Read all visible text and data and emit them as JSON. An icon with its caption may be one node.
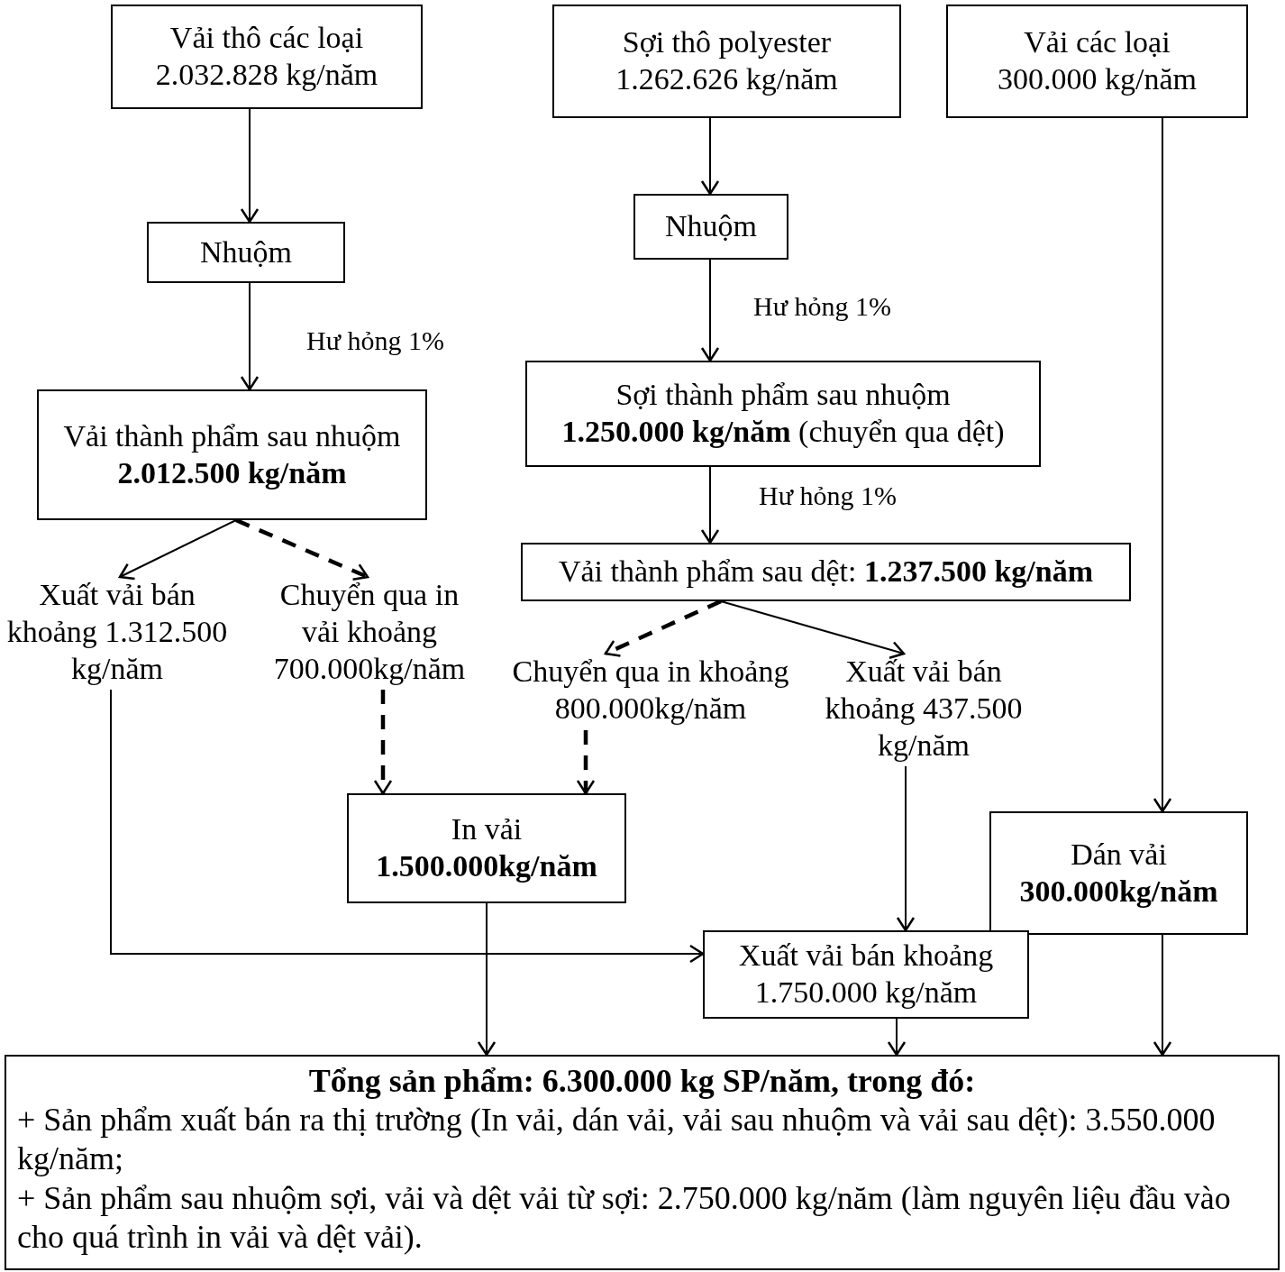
{
  "diagram": {
    "nodes": [
      {
        "text": [
          "Vải thô các loại 2.032.828 kg/năm"
        ]
      },
      {
        "text": [
          "Nhuộm"
        ]
      },
      {
        "text": [
          "Vải thành phẩm sau nhuộm **2.012.500 kg/năm**"
        ]
      },
      {
        "text": [
          "Xuất vải bán khoảng 1.312.500 kg/năm"
        ]
      },
      {
        "text": [
          "Chuyển qua in vải khoảng 700.000kg/năm"
        ]
      },
      {
        "text": [
          "Sợi thô polyester 1.262.626 kg/năm"
        ]
      },
      {
        "text": [
          "Nhuộm"
        ]
      },
      {
        "text": [
          "Sợi thành phẩm sau nhuộm **1.250.000 kg/năm** (chuyển qua dệt)"
        ]
      },
      {
        "text": [
          "Vải thành phẩm sau dệt: **1.237.500 kg/năm**"
        ]
      },
      {
        "text": [
          "Chuyển qua in khoảng 800.000kg/năm"
        ]
      },
      {
        "text": [
          "Xuất vải bán khoảng 437.500 kg/năm"
        ]
      },
      {
        "text": [
          "Vải các loại 300.000 kg/năm"
        ]
      },
      {
        "text": [
          "In vải **1.500.000kg/năm**"
        ]
      },
      {
        "text": [
          "Dán vải **300.000kg/năm**"
        ]
      },
      {
        "text": [
          "Xuất vải bán khoảng 1.750.000 kg/năm"
        ]
      },
      {
        "text": [
          "Tổng sản phẩm: 6.300.000 kg SP/năm, trong đó:",
          "+ Sản phẩm xuất bán ra thị trường (In vải, dán vải, vải sau nhuộm và vải sau dệt): 3.550.000 kg/năm;",
          "+ Sản phẩm sau nhuộm sợi, vải và dệt vải từ sợi: 2.750.000 kg/năm (làm nguyên liệu đầu vào cho quá trình in vải và dệt vải)."
        ]
      }
    ],
    "edges": [
      {
        "from": 0,
        "to": 1,
        "arrow": "to"
      },
      {
        "from": 1,
        "to": 2,
        "arrow": "to",
        "label": "Hư hỏng 1%"
      },
      {
        "from": 2,
        "to": 3,
        "arrow": "to"
      },
      {
        "from": 2,
        "to": 4,
        "arrow": "to",
        "style": "dashed"
      },
      {
        "from": 5,
        "to": 6,
        "arrow": "to"
      },
      {
        "from": 6,
        "to": 7,
        "arrow": "to",
        "label": "Hư hỏng 1%"
      },
      {
        "from": 7,
        "to": 8,
        "arrow": "to",
        "label": "Hư hỏng 1%"
      },
      {
        "from": 8,
        "to": 9,
        "arrow": "to",
        "style": "dashed"
      },
      {
        "from": 8,
        "to": 10,
        "arrow": "to"
      },
      {
        "from": 11,
        "to": 13,
        "arrow": "to"
      },
      {
        "from": 4,
        "to": 12,
        "arrow": "to",
        "style": "dashed"
      },
      {
        "from": 9,
        "to": 12,
        "arrow": "to",
        "style": "dashed"
      },
      {
        "from": 10,
        "to": 14,
        "arrow": "to"
      },
      {
        "from": 3,
        "to": 14,
        "arrow": "to"
      },
      {
        "from": 12,
        "to": 15,
        "arrow": "to"
      },
      {
        "from": 14,
        "to": 15,
        "arrow": "to"
      },
      {
        "from": 13,
        "to": 15,
        "arrow": "to"
      }
    ]
  }
}
